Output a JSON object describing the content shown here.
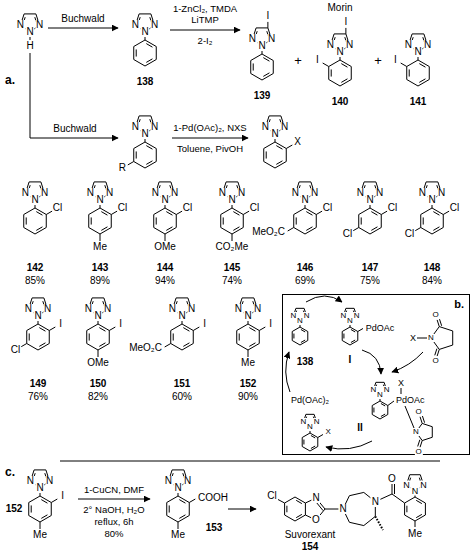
{
  "diagram": {
    "nodes": [
      {
        "text": [
          "b."
        ]
      }
    ],
    "labels": [
      "a.",
      "N",
      "N",
      "N",
      "H",
      "Buchwald",
      "N",
      "N",
      "N",
      "138",
      "1-ZnCl₂, TMDA",
      "LiTMP",
      "2-I₂",
      "N",
      "N",
      "N",
      "I",
      "139",
      "+",
      "Morin",
      "N",
      "N",
      "N",
      "I",
      "I",
      "140",
      "+",
      "N",
      "N",
      "N",
      "I",
      "141",
      "Buchwald",
      "N",
      "N",
      "N",
      "R",
      "1-Pd(OAc)₂, NXS",
      "Toluene, PivOH",
      "N",
      "N",
      "N",
      "X",
      "N",
      "N",
      "N",
      "Cl",
      "142",
      "85%",
      "N",
      "N",
      "N",
      "Cl",
      "Me",
      "143",
      "89%",
      "N",
      "N",
      "N",
      "Cl",
      "OMe",
      "144",
      "94%",
      "N",
      "N",
      "N",
      "Cl",
      "CO₂Me",
      "145",
      "74%",
      "N",
      "N",
      "N",
      "Cl",
      "MeO₂C",
      "146",
      "69%",
      "N",
      "N",
      "N",
      "Cl",
      "Cl",
      "147",
      "75%",
      "N",
      "N",
      "N",
      "Cl",
      "Cl",
      "148",
      "84%",
      "N",
      "N",
      "N",
      "I",
      "Cl",
      "149",
      "76%",
      "N",
      "N",
      "N",
      "I",
      "OMe",
      "150",
      "82%",
      "N",
      "N",
      "N",
      "I",
      "MeO₂C",
      "151",
      "60%",
      "N",
      "N",
      "N",
      "I",
      "Me",
      "152",
      "90%",
      "N",
      "N",
      "N",
      "138",
      "N",
      "N",
      "N",
      "PdOAc",
      "I",
      "X",
      "N",
      "O",
      "O",
      "N",
      "N",
      "N",
      "PdOAc",
      "X",
      "N",
      "O",
      "O",
      "II",
      "Pd(OAc)₂",
      "N",
      "N",
      "N",
      "X",
      "c.",
      "N",
      "N",
      "N",
      "I",
      "Me",
      "152",
      "1-CuCN, DMF",
      "2° NaOH, H₂O",
      "reflux, 6h",
      "80%",
      "N",
      "N",
      "N",
      "COOH",
      "Me",
      "153",
      "Cl",
      "O",
      "N",
      "N",
      "N",
      "O",
      "N",
      "N",
      "N",
      "Me",
      "Suvorexant",
      "154"
    ]
  }
}
